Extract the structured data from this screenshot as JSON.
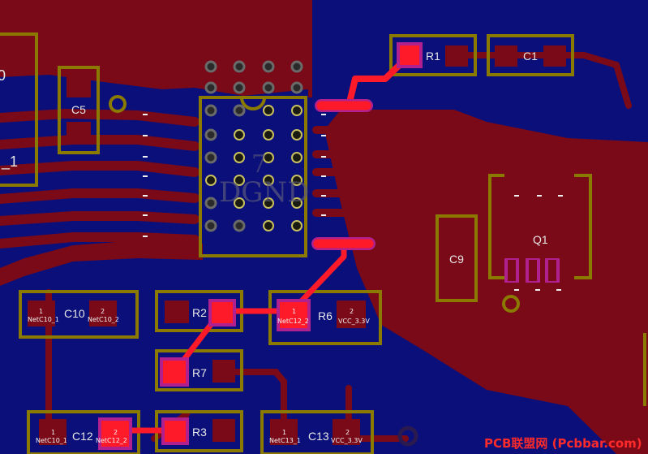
{
  "view": {
    "name": "PCB layout editor - top/bottom layer view"
  },
  "colors": {
    "background": "#0a0f7a",
    "bottom_copper": "#7a0a18",
    "top_copper": "#ff1a2a",
    "silkscreen": "#8a7a00",
    "pad_magenta": "#b0208f",
    "via_ring": "#8a7a00"
  },
  "components": {
    "r1": {
      "designator": "R1"
    },
    "c1": {
      "designator": "C1"
    },
    "c5": {
      "designator": "C5"
    },
    "c9": {
      "designator": "C9"
    },
    "q1": {
      "designator": "Q1"
    },
    "c10": {
      "designator": "C10",
      "pad1_net": "NetC10_1",
      "pad2_net": "NetC10_2",
      "pad1": "1",
      "pad2": "2"
    },
    "r2": {
      "designator": "R2"
    },
    "r6": {
      "designator": "R6",
      "pad1_net": "NetC12_2",
      "pad2_net": "VCC_3.3V",
      "pad1": "1",
      "pad2": "2"
    },
    "r7": {
      "designator": "R7"
    },
    "c12": {
      "designator": "C12",
      "pad1_net": "NetC10_1",
      "pad2_net": "NetC12_2",
      "pad1": "1",
      "pad2": "2"
    },
    "r3": {
      "designator": "R3"
    },
    "c13": {
      "designator": "C13",
      "pad1_net": "NetC13_1",
      "pad2_net": "VCC_3.3V",
      "pad1": "1",
      "pad2": "2"
    },
    "u_main": {
      "ghost_text": "DGND"
    },
    "partial_left_1": {
      "text": "0"
    },
    "partial_left_2": {
      "text": "_1"
    }
  },
  "watermark": {
    "text": "PCB联盟网 (Pcbbar.com)"
  }
}
